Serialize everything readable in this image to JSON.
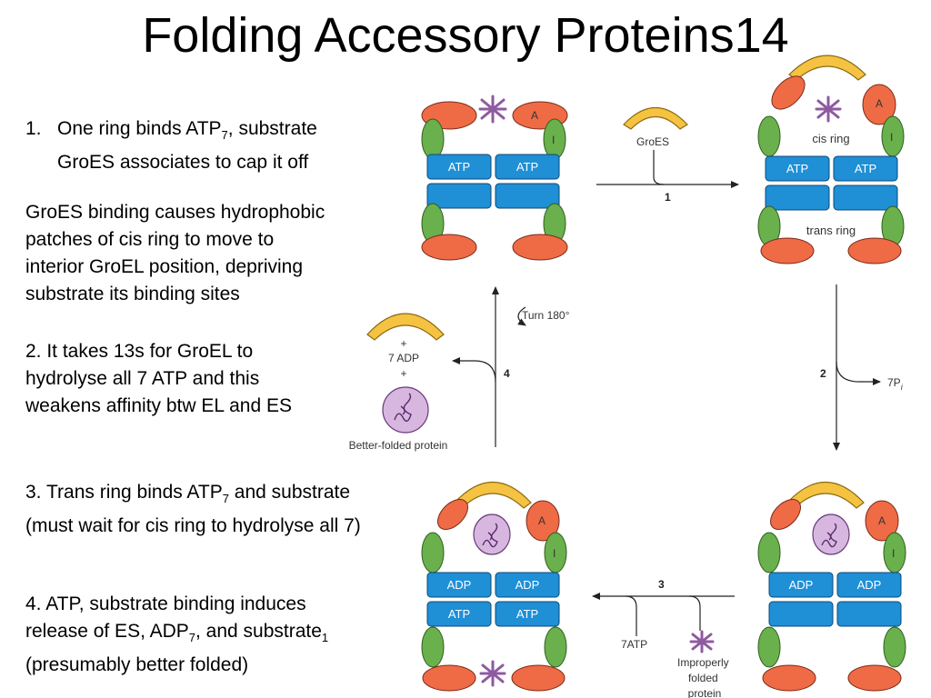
{
  "slide": {
    "title": "Folding Accessory Proteins14",
    "point1": {
      "number": "1.",
      "line1_pre": "One ring binds ATP",
      "line1_sub": "7",
      "line1_post": ", substrate",
      "line2": "GroES associates to cap it off"
    },
    "paragraph": [
      "GroES binding causes hydrophobic",
      "patches of cis ring to move to",
      "interior GroEL position, depriving",
      "substrate its binding sites"
    ],
    "point2": [
      "2. It takes 13s for GroEL to",
      "hydrolyse all 7 ATP and this",
      "weakens affinity btw EL and ES"
    ],
    "point3": {
      "line1_pre": "3. Trans ring binds ATP",
      "line1_sub": "7",
      "line1_post": " and substrate",
      "line2": "(must wait for cis ring to hydrolyse all 7)"
    },
    "point4": {
      "line1": "4. ATP, substrate binding induces",
      "line2_pre": "release of ES, ADP",
      "line2_sub": "7",
      "line2_mid": ", and substrate",
      "line2_sub2": "1",
      "line3": "(presumably better folded)"
    }
  },
  "diagram": {
    "colors": {
      "cap": "#f5c242",
      "apical": "#ef6b45",
      "intermediate": "#6ab04c",
      "equatorial": "#1f8fd6",
      "substrate_star": "#8e5aa0",
      "protein": "#d7b7e0",
      "arrow": "#222222"
    },
    "labels": {
      "atp": "ATP",
      "adp": "ADP",
      "apical": "A",
      "intermediate": "I",
      "groes": "GroES",
      "cis_ring": "cis ring",
      "trans_ring": "trans ring",
      "step1": "1",
      "step2": "2",
      "step3": "3",
      "step4": "4",
      "seven_pi": "7P",
      "pi_sub": "i",
      "seven_atp": "7ATP",
      "turn": "Turn 180°",
      "plus": "+",
      "seven_adp": "7 ADP",
      "better_folded": "Better-folded protein",
      "improperly_1": "Improperly",
      "improperly_2": "folded",
      "improperly_3": "protein"
    }
  }
}
